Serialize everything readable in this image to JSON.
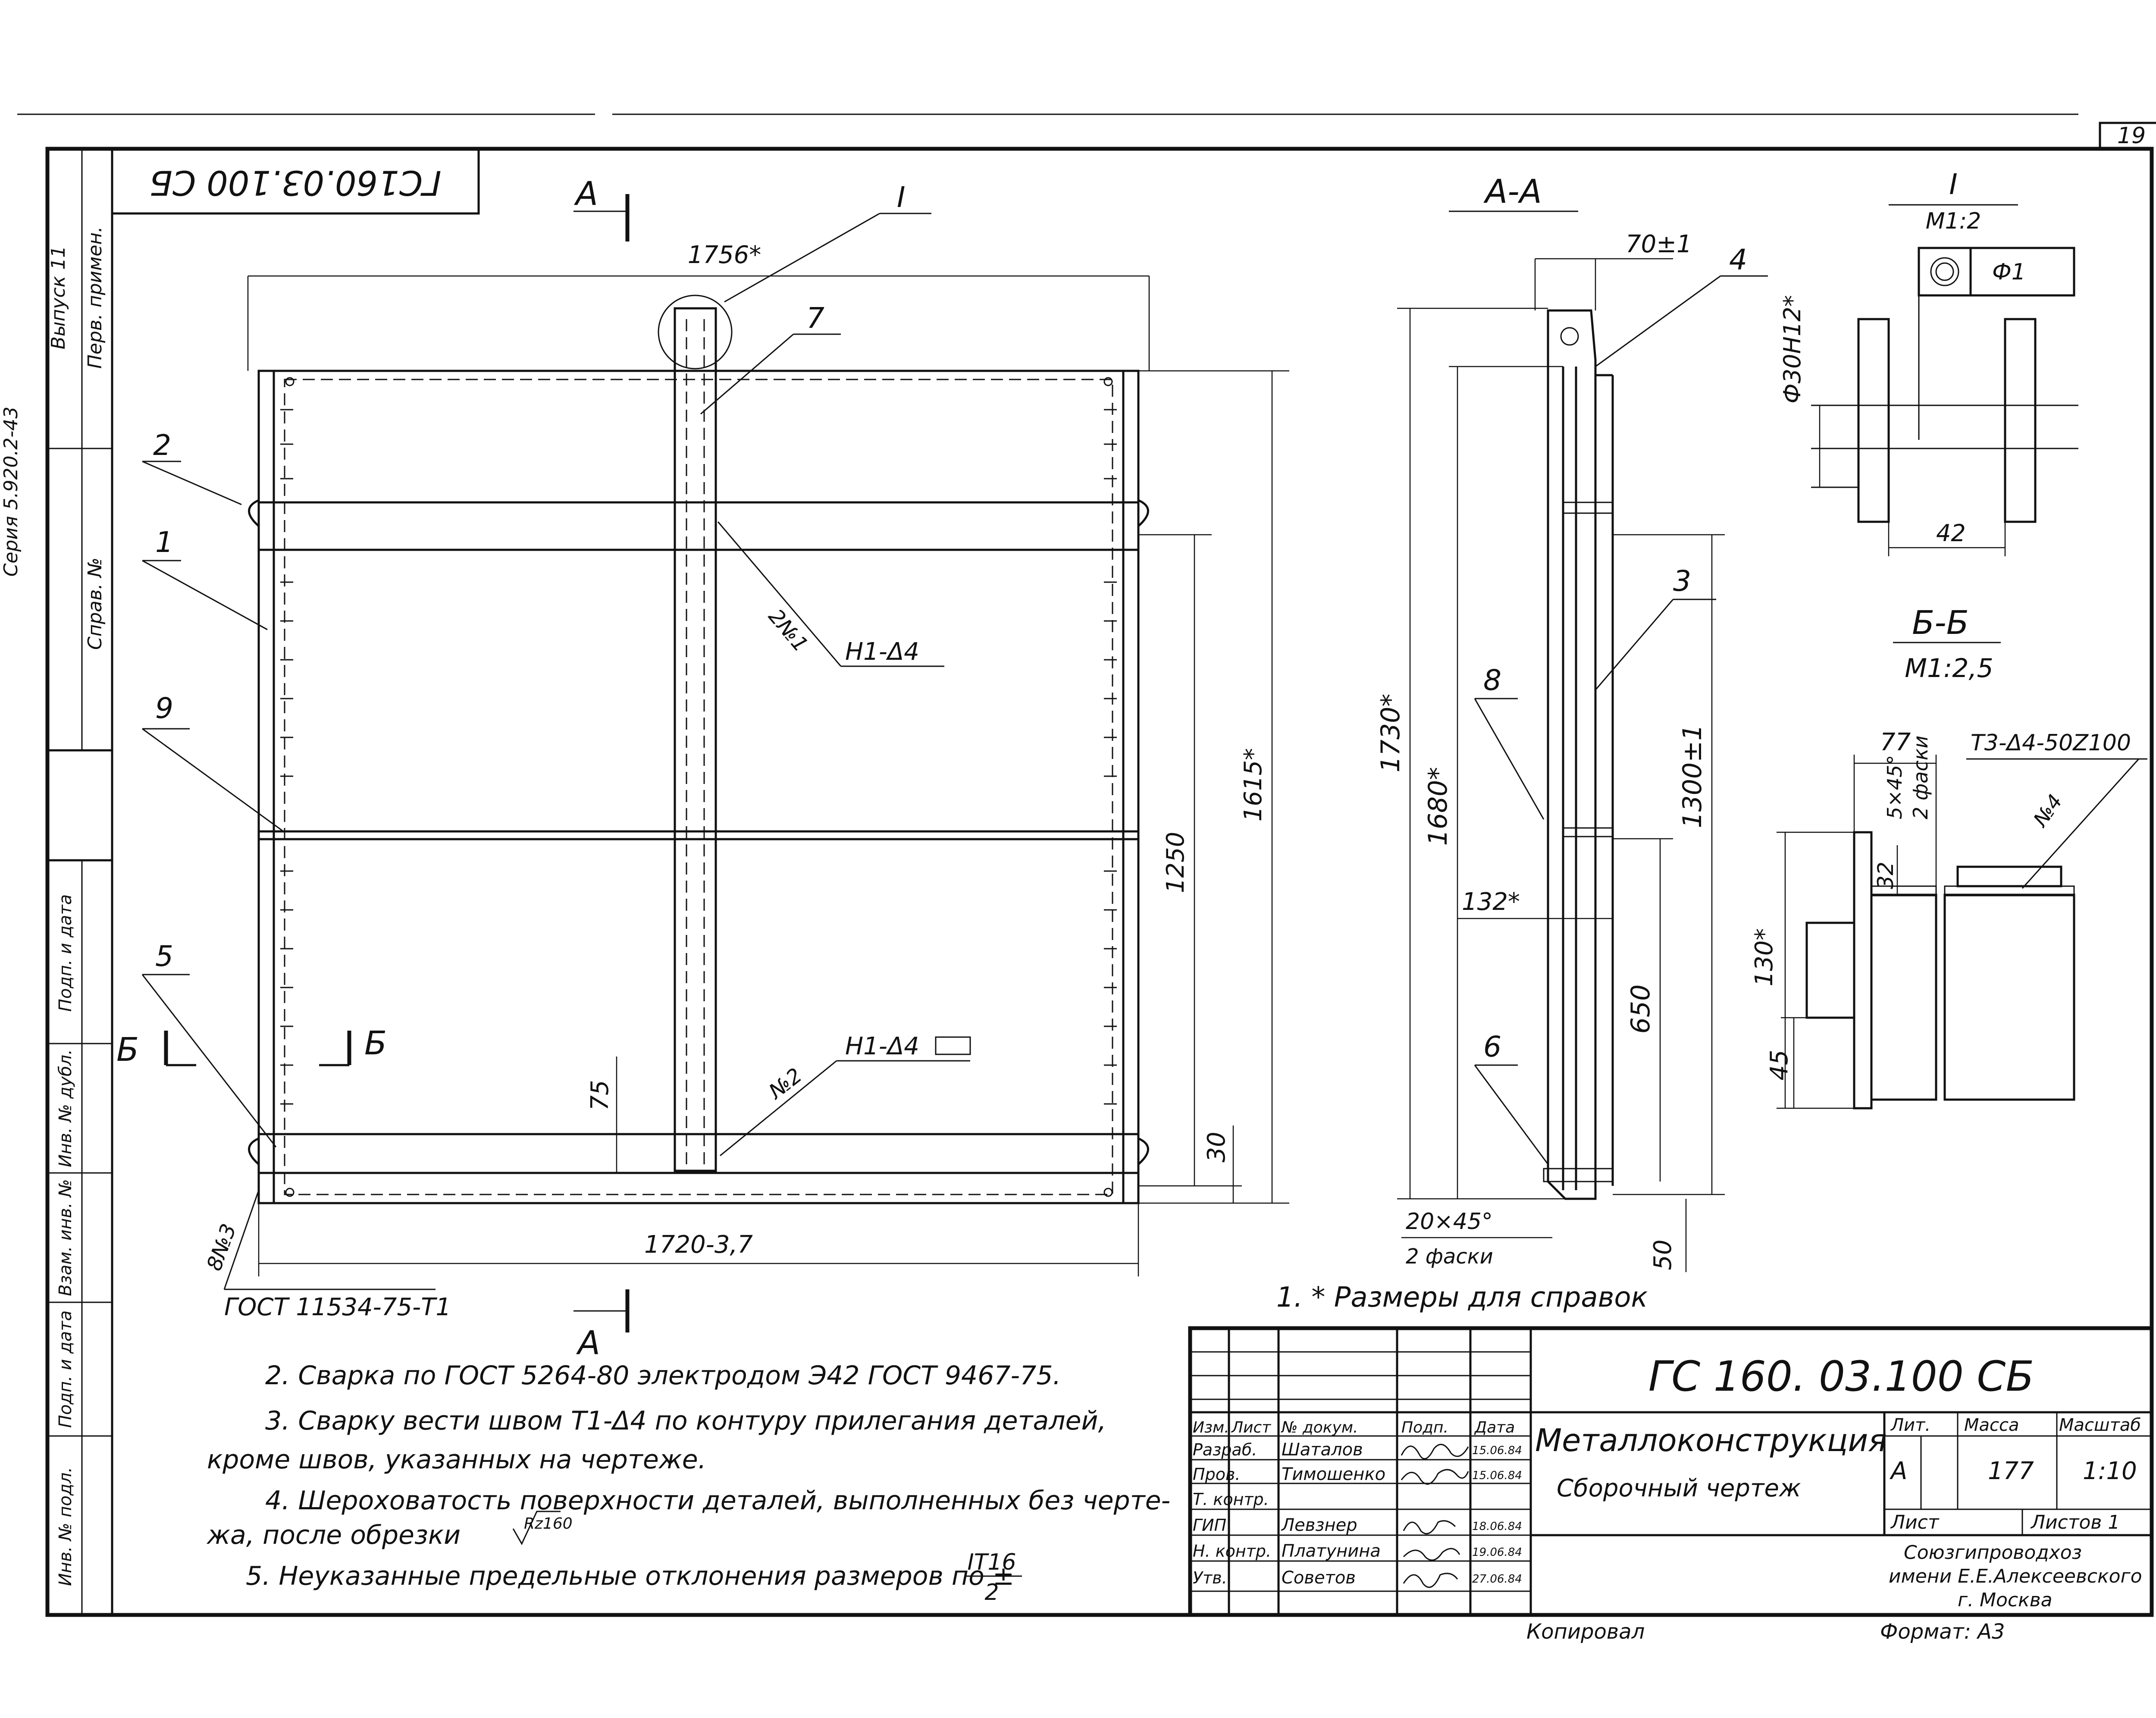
{
  "sheet": {
    "page_number": "19",
    "rotated_code": "ГС160.03.100 СБ",
    "left_strip": [
      "Перв. примен.",
      "Справ. №",
      "Подп. и дата",
      "Инв. № дубл.",
      "Взам. инв. №",
      "Подп. и дата",
      "Инв. № подл."
    ],
    "series": "Серия 5.920.2-43",
    "issue": "Выпуск 11"
  },
  "front_view": {
    "section_mark_top": "А",
    "section_mark_bottom": "А",
    "detail_callout": "I",
    "dim_width_top": "1756*",
    "dim_width_bottom": "1720-3,7",
    "dim_height": "1615*",
    "dim_1250": "1250",
    "dim_30": "30",
    "dim_75": "75",
    "weld_1": "H1-Δ4",
    "weld_1_count": "2№1",
    "weld_2": "H1-Δ4",
    "weld_2_count": "№2",
    "weld_3_count": "8№3",
    "weld_3_std": "ГОСТ 11534-75-Т1",
    "section_b_left": "Б",
    "section_b_right": "Б",
    "positions": [
      "1",
      "2",
      "5",
      "7",
      "9"
    ]
  },
  "section_aa": {
    "title": "А-А",
    "dim_70": "70±1",
    "dim_1730": "1730*",
    "dim_1680": "1680*",
    "dim_1300": "1300±1",
    "dim_132": "132*",
    "dim_650": "650",
    "dim_50": "50",
    "chamfer": "20×45°",
    "chamfer_note": "2 фаски",
    "positions": [
      "3",
      "4",
      "6",
      "8"
    ]
  },
  "detail_i": {
    "title": "I",
    "scale": "М1:2",
    "tolerance_frame": "Ф1",
    "dim_hole": "Ф30Н12*",
    "dim_42": "42"
  },
  "section_bb": {
    "title": "Б-Б",
    "scale": "М1:2,5",
    "dim_77": "77",
    "chamfer": "5×45°",
    "chamfer_note": "2 фаски",
    "weld": "Т3-Δ4-50Z100",
    "weld_count": "№4",
    "dim_32": "32",
    "dim_130": "130*",
    "dim_45": "45"
  },
  "notes": [
    "1. * Размеры для справок",
    "2. Сварка по ГОСТ 5264-80 электродом Э42 ГОСТ 9467-75.",
    "3. Сварку вести швом Т1-Δ4 по контуру прилегания деталей,",
    "кроме швов, указанных на чертеже.",
    "4. Шероховатость поверхности деталей, выполненных без черте-",
    "жа, после обрезки",
    "5. Неуказанные предельные отклонения размеров по ±",
    "Rz160",
    "IT16",
    "2"
  ],
  "title_block": {
    "code": "ГС 160. 03.100 СБ",
    "name": "Металлоконструкция",
    "doc_type": "Сборочный чертеж",
    "col_headers": [
      "Изм.",
      "Лист",
      "№ докум.",
      "Подп.",
      "Дата"
    ],
    "roles": [
      "Разраб.",
      "Пров.",
      "Т. контр.",
      "ГИП",
      "Н. контр.",
      "Утв."
    ],
    "names": [
      "Шаталов",
      "Тимошенко",
      "",
      "Левзнер",
      "Платунина",
      "Советов"
    ],
    "dates": [
      "15.06.84",
      "15.06.84",
      "",
      "18.06.84",
      "19.06.84",
      "27.06.84"
    ],
    "lit_label": "Лит.",
    "mass_label": "Масса",
    "scale_label": "Масштаб",
    "lit": "А",
    "mass": "177",
    "scale": "1:10",
    "sheet_label": "Лист",
    "sheets_label": "Листов 1",
    "org": [
      "Союзгипроводхоз",
      "имени Е.Е.Алексеевского",
      "г. Москва"
    ],
    "copied": "Копировал",
    "format": "Формат: А3"
  }
}
